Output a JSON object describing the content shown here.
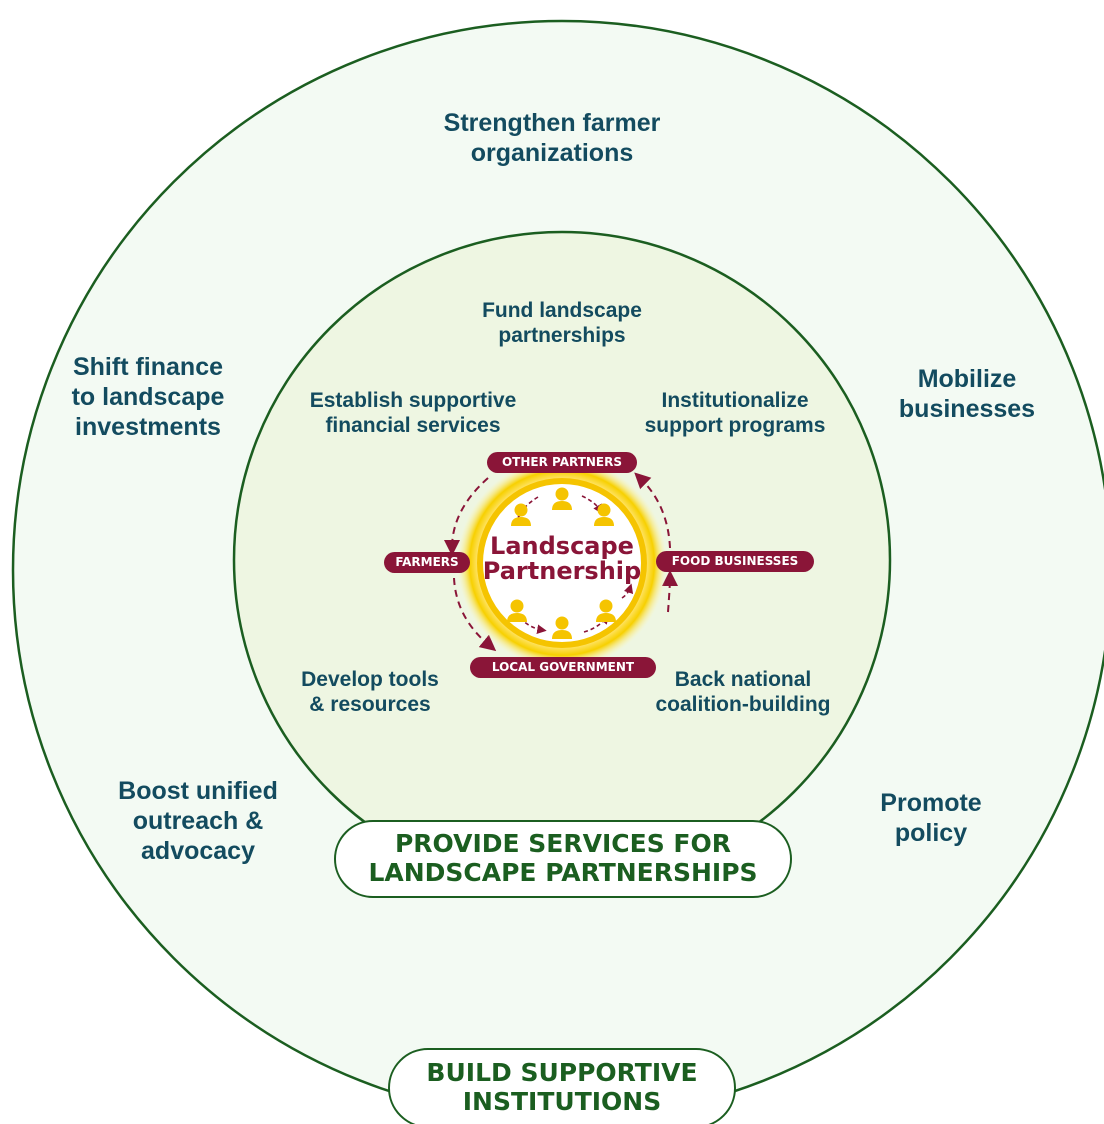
{
  "outer_ring": {
    "title_line1": "BUILD SUPPORTIVE",
    "title_line2": "INSTITUTIONS",
    "items": {
      "strengthen": [
        "Strengthen farmer",
        "organizations"
      ],
      "shift_finance": [
        "Shift finance",
        "to landscape",
        "investments"
      ],
      "mobilize": [
        "Mobilize",
        "businesses"
      ],
      "boost": [
        "Boost unified",
        "outreach &",
        "advocacy"
      ],
      "promote": [
        "Promote",
        "policy"
      ]
    }
  },
  "inner_ring": {
    "title_line1": "PROVIDE SERVICES FOR",
    "title_line2": "LANDSCAPE PARTNERSHIPS",
    "items": {
      "fund": [
        "Fund landscape",
        "partnerships"
      ],
      "establish": [
        "Establish supportive",
        "financial services"
      ],
      "institutionalize": [
        "Institutionalize",
        "support programs"
      ],
      "develop": [
        "Develop tools",
        "& resources"
      ],
      "back": [
        "Back national",
        "coalition-building"
      ]
    }
  },
  "core": {
    "title_line1": "Landscape",
    "title_line2": "Partnership",
    "stakeholders": {
      "top": "OTHER PARTNERS",
      "left": "FARMERS",
      "right": "FOOD BUSINESSES",
      "bottom": "LOCAL GOVERNMENT"
    },
    "person_icon": "person-icon",
    "cycle_arrow_icon": "circular-arrows-icon"
  },
  "colors": {
    "dark_green": "#1b5e20",
    "outer_fill": "#f3faf3",
    "inner_fill": "#eef6e2",
    "teal_text": "#134b5f",
    "maroon": "#8a1538",
    "gold": "#f5c400"
  }
}
